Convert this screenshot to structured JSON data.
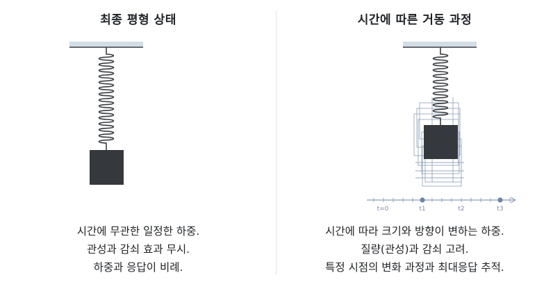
{
  "left": {
    "title": "최종 평형 상태",
    "description": [
      "시간에 무관한 일정한 하중.",
      "관성과 감쇠 효과 무시.",
      "하중과 응답이 비례."
    ]
  },
  "right": {
    "title": "시간에 따른 거동 과정",
    "description": [
      "시간에 따라 크기와 방향이 변하는 하중.",
      "질량(관성)과 감쇠 고려.",
      "특정 시점의 변화 과정과 최대응답 추적."
    ],
    "timeline": [
      "t=0",
      "t1",
      "t2",
      "t3"
    ]
  },
  "colors": {
    "mass": "#35393d",
    "spring": "#3b3f43",
    "ceiling": "#d3dde6",
    "ghost": "#7d93b5",
    "timeline": "#8fa2be",
    "text": "#1f2326"
  }
}
